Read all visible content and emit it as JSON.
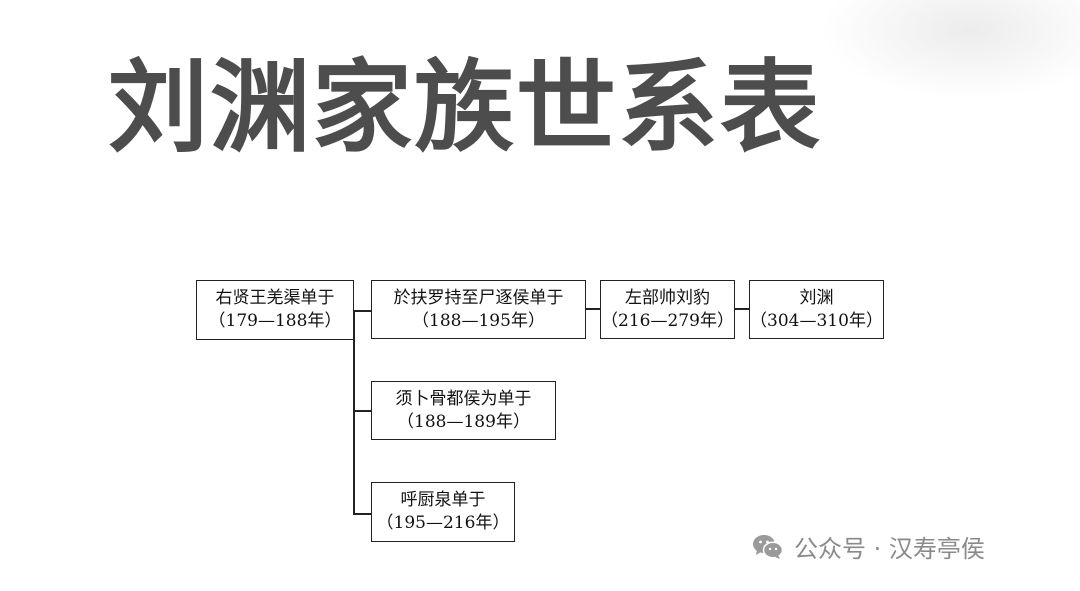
{
  "title": "刘渊家族世系表",
  "nodes": {
    "youxianwang": {
      "name": "右贤王羌渠单于",
      "years": "（179—188年）"
    },
    "yufuluo": {
      "name": "於扶罗持至尸逐侯单于",
      "years": "（188—195年）"
    },
    "liubao": {
      "name": "左部帅刘豹",
      "years": "（216—279年）"
    },
    "liuyuan": {
      "name": "刘渊",
      "years": "（304—310年）"
    },
    "xubugu": {
      "name": "须卜骨都侯为单于",
      "years": "（188—189年）"
    },
    "huchuquan": {
      "name": "呼厨泉单于",
      "years": "（195—216年）"
    }
  },
  "watermark": {
    "text": "公众号 · 汉寿亭侯",
    "icon": "wechat-icon"
  }
}
